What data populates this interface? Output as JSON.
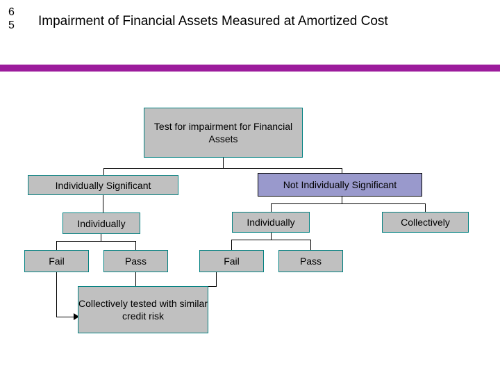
{
  "slide": {
    "number": "65",
    "number_line1": "6",
    "number_line2": "5",
    "title": "Impairment of Financial Assets Measured at Amortized Cost",
    "accent_color": "#9C1C9C"
  },
  "diagram": {
    "colors": {
      "gray_fill": "#C0C0C0",
      "periwinkle_fill": "#9999CC",
      "teal_border": "#1F8A70",
      "black_border": "#000000"
    },
    "nodes": {
      "root": "Test for impairment for Financial Assets",
      "individually_significant": "Individually Significant",
      "not_individually_significant": "Not Individually Significant",
      "left_individually": "Individually",
      "right_individually": "Individually",
      "collectively": "Collectively",
      "left_fail": "Fail",
      "left_pass": "Pass",
      "right_fail": "Fail",
      "right_pass": "Pass",
      "collectively_tested": "Collectively tested with similar credit risk"
    }
  }
}
